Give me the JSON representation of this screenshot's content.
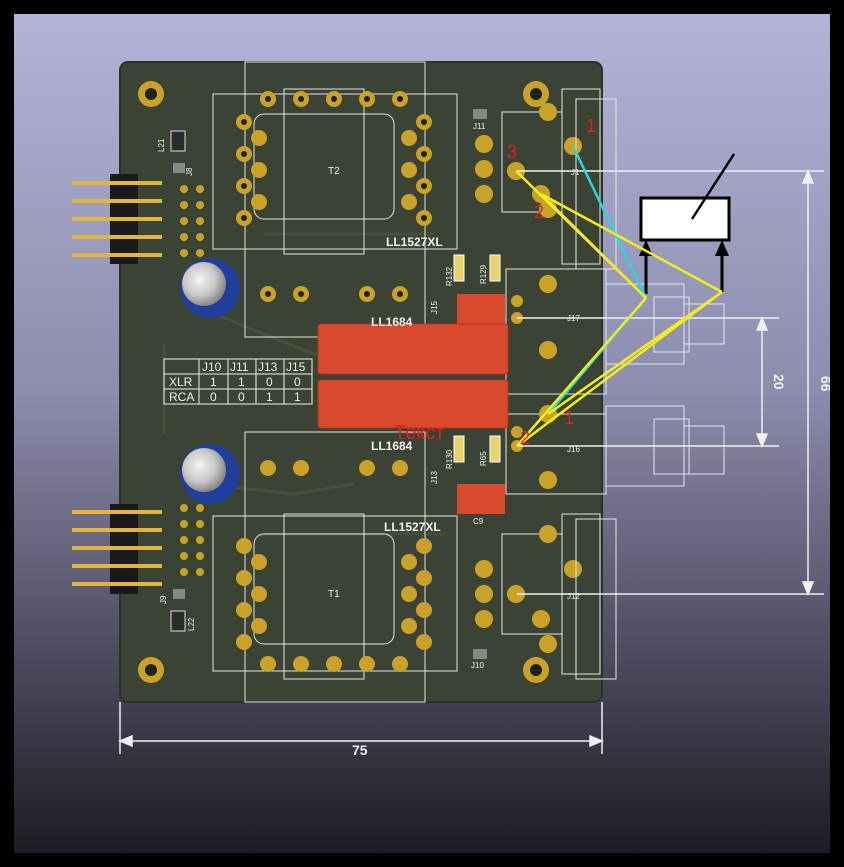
{
  "board": {
    "labels": {
      "t2": "T2",
      "t1": "T1",
      "ll1527_top": "LL1527XL",
      "ll1527_bottom": "LL1527XL",
      "ll1684_top": "LL1684",
      "ll1684_bottom": "LL1684",
      "l21": "L21",
      "l22": "L22",
      "j8": "J8",
      "j9": "J9",
      "j10": "J10",
      "j11": "J11",
      "j12": "J12",
      "j13": "J13",
      "j15": "J15",
      "j16": "J16",
      "j17": "J17",
      "j1": "J1",
      "r132": "R132",
      "r129": "R129",
      "r130": "R130",
      "r65": "R65",
      "c9": "C9",
      "overlay_text": "Текст"
    },
    "jumper_table": {
      "headers": [
        "",
        "J10",
        "J11",
        "J13",
        "J15"
      ],
      "rows": [
        [
          "XLR",
          "1",
          "1",
          "0",
          "0"
        ],
        [
          "RCA",
          "0",
          "0",
          "1",
          "1"
        ]
      ]
    },
    "pin_numbers": {
      "top_1": "1",
      "top_2": "2",
      "top_3": "3",
      "rca_1": "1",
      "rca_2": "2"
    },
    "dimensions": {
      "width": "75",
      "height": "66",
      "spacing": "20"
    }
  },
  "colors": {
    "background_top": "#b0b0d4",
    "background_bottom": "#1e1e26",
    "pcb": "#3d4535",
    "pad": "#c9a227",
    "silk": "#f0f0f0",
    "capacitor": "#d84a2b",
    "wire_yellow": "#f2ee1c",
    "wire_cyan": "#27d6e3",
    "annotation_red": "#e02020"
  }
}
